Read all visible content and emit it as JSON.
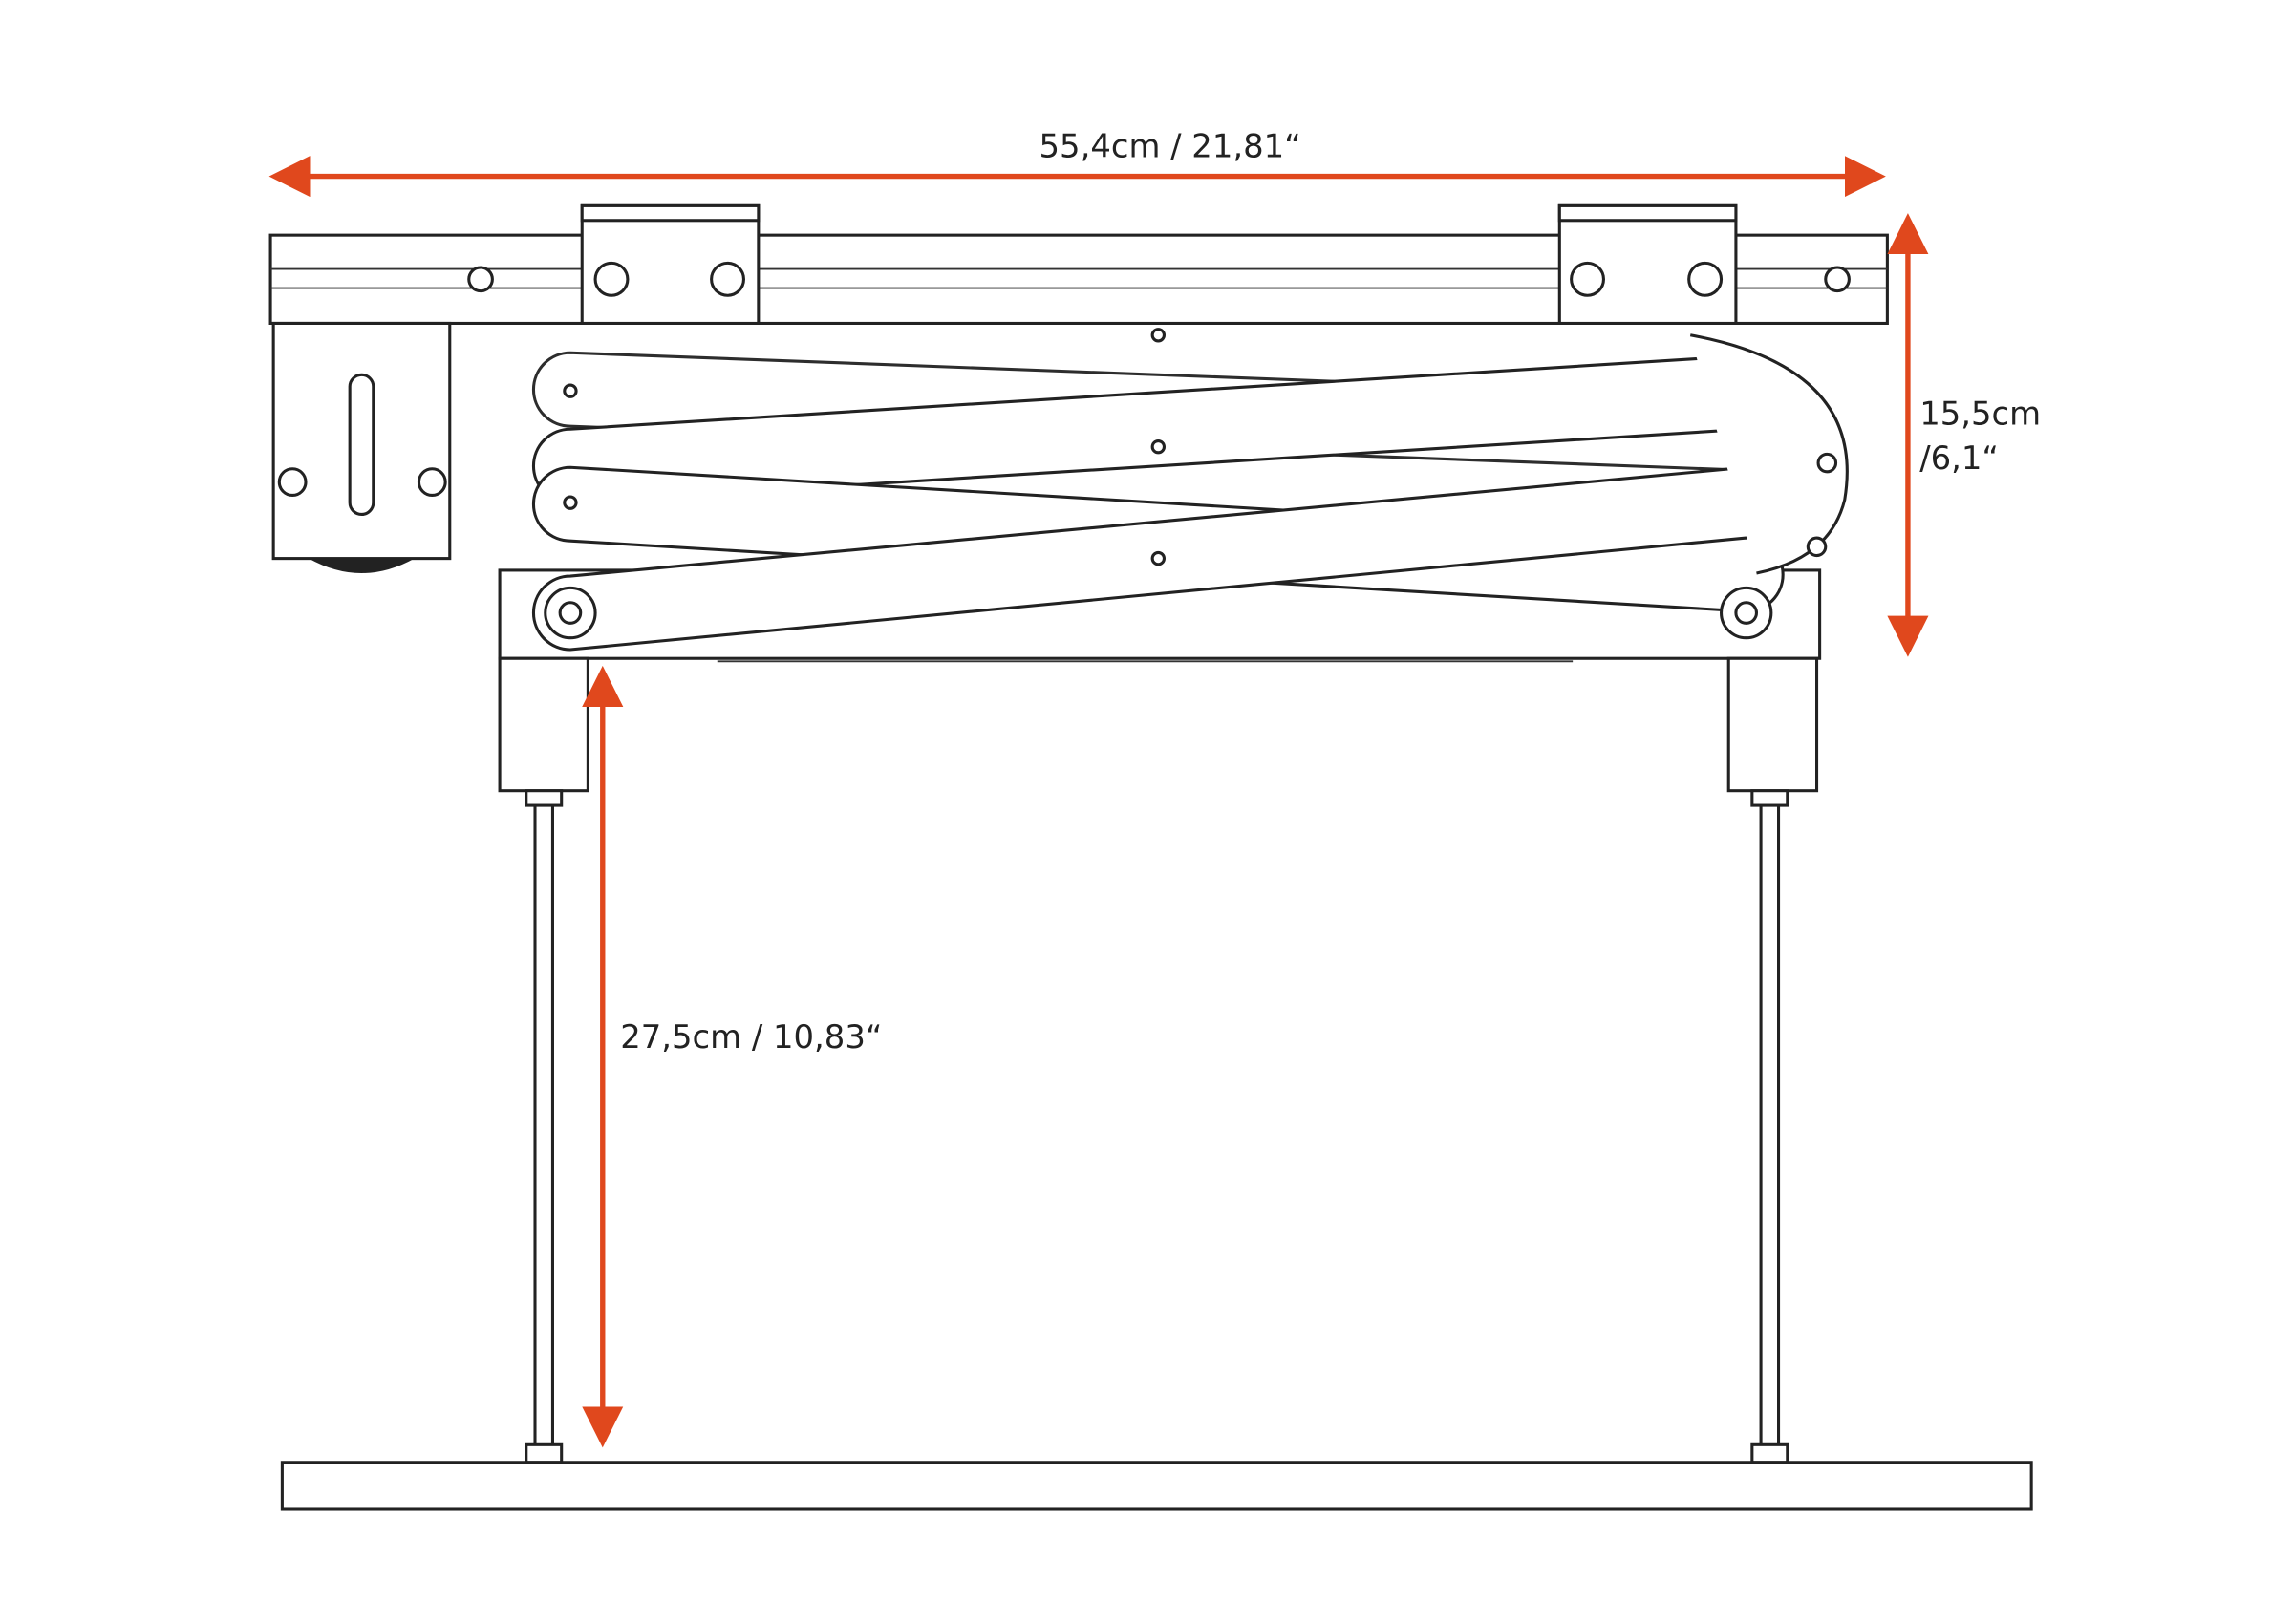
{
  "diagram": {
    "dimensions": {
      "width_label": "55,4cm / 21,81“",
      "height_label_line1": "15,5cm",
      "height_label_line2": "/6,1“",
      "drop_label": "27,5cm / 10,83“"
    },
    "colors": {
      "dimension_line": "#e0481d",
      "outline": "#222222"
    }
  }
}
